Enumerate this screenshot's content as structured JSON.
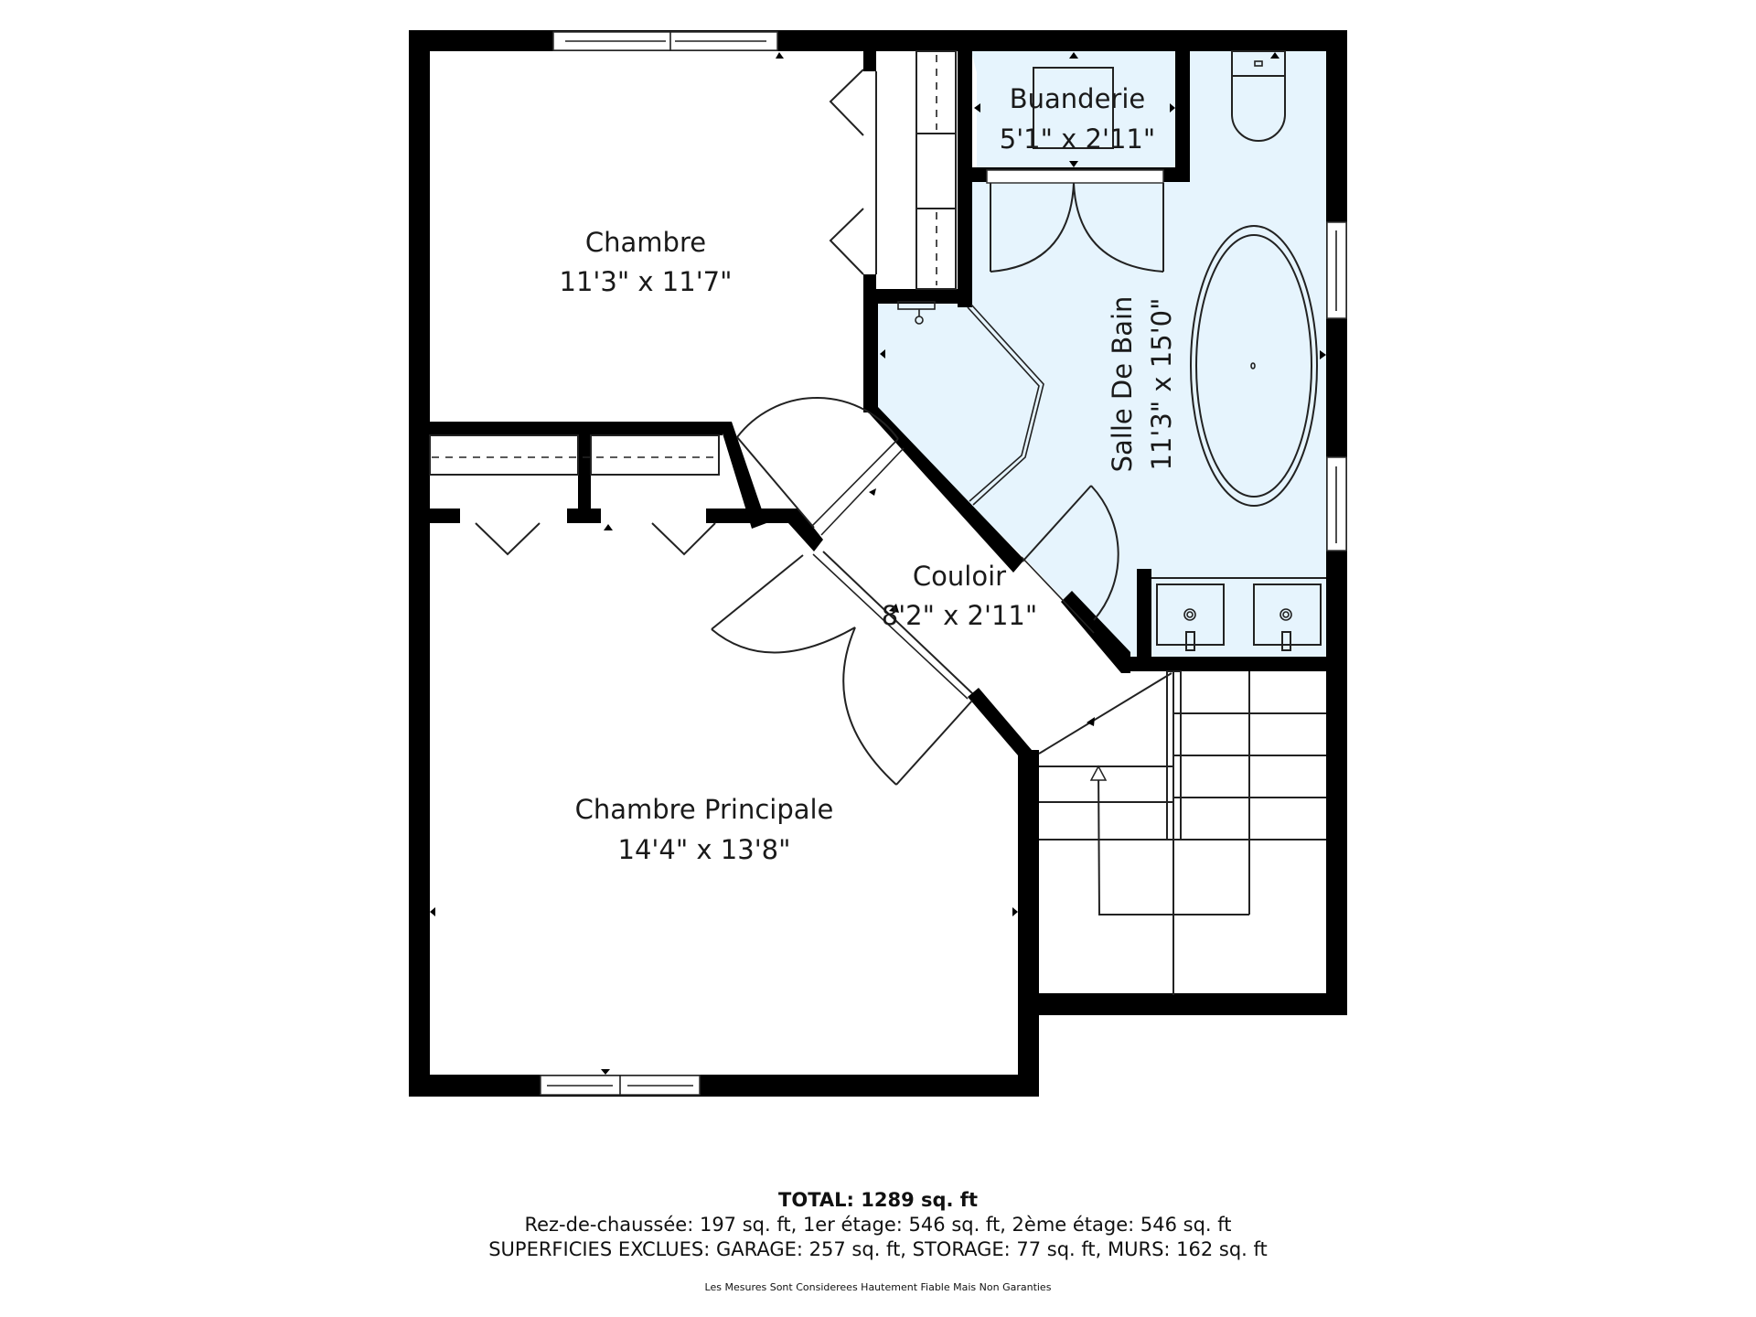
{
  "rooms": {
    "chambre": {
      "name": "Chambre",
      "dimensions": "11'3\" x 11'7\""
    },
    "buanderie": {
      "name": "Buanderie",
      "dimensions": "5'1\" x 2'11\""
    },
    "salle_de_bain": {
      "name": "Salle De Bain",
      "dimensions": "11'3\" x 15'0\""
    },
    "couloir": {
      "name": "Couloir",
      "dimensions": "8'2\" x 2'11\""
    },
    "chambre_principale": {
      "name": "Chambre Principale",
      "dimensions": "14'4\" x 13'8\""
    }
  },
  "colors": {
    "wall": "#000000",
    "wet_room_fill": "#E6F4FD",
    "room_fill": "#FFFFFF"
  },
  "footer": {
    "total": "TOTAL: 1289 sq. ft",
    "floors": "Rez-de-chaussée: 197 sq. ft, 1er étage: 546 sq. ft, 2ème étage: 546 sq. ft",
    "excluded": "SUPERFICIES EXCLUES: GARAGE: 257 sq. ft, STORAGE: 77 sq. ft, MURS: 162 sq. ft",
    "disclaimer": "Les Mesures Sont Considerees Hautement Fiable Mais Non Garanties"
  }
}
